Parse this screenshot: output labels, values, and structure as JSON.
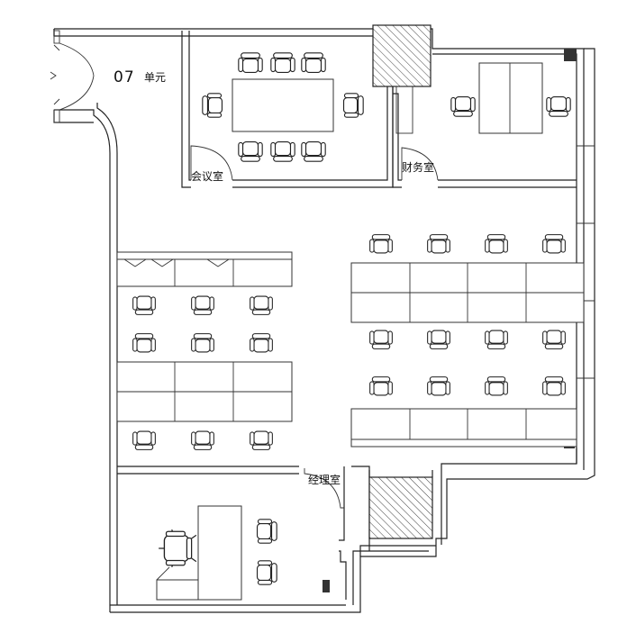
{
  "unit": {
    "number": "07",
    "suffix": "单元"
  },
  "rooms": {
    "meeting": "会议室",
    "finance": "财务室",
    "manager": "经理室"
  }
}
